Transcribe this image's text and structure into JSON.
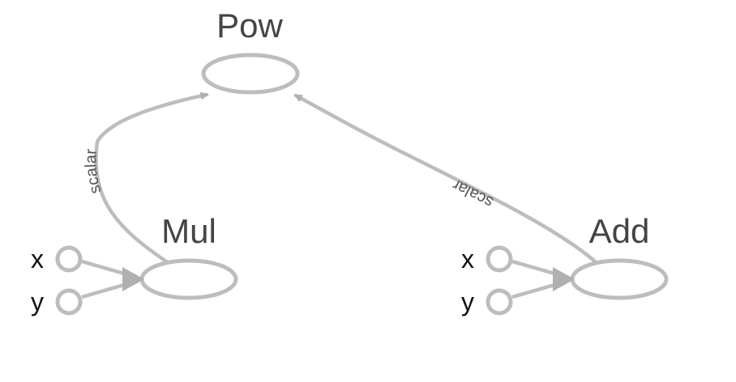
{
  "colors": {
    "stroke": "#bdbdbd",
    "arrow": "#b0b0b0",
    "title_text": "#444444",
    "port_text": "#111111",
    "edge_text": "#555555",
    "background": "#ffffff"
  },
  "nodes": {
    "pow": {
      "title": "Pow"
    },
    "mul": {
      "title": "Mul",
      "ports": [
        {
          "label": "x"
        },
        {
          "label": "y"
        }
      ]
    },
    "add": {
      "title": "Add",
      "ports": [
        {
          "label": "x"
        },
        {
          "label": "y"
        }
      ]
    }
  },
  "edges": [
    {
      "from": "Mul",
      "to": "Pow",
      "label": "scalar"
    },
    {
      "from": "Add",
      "to": "Pow",
      "label": "scalar"
    }
  ]
}
